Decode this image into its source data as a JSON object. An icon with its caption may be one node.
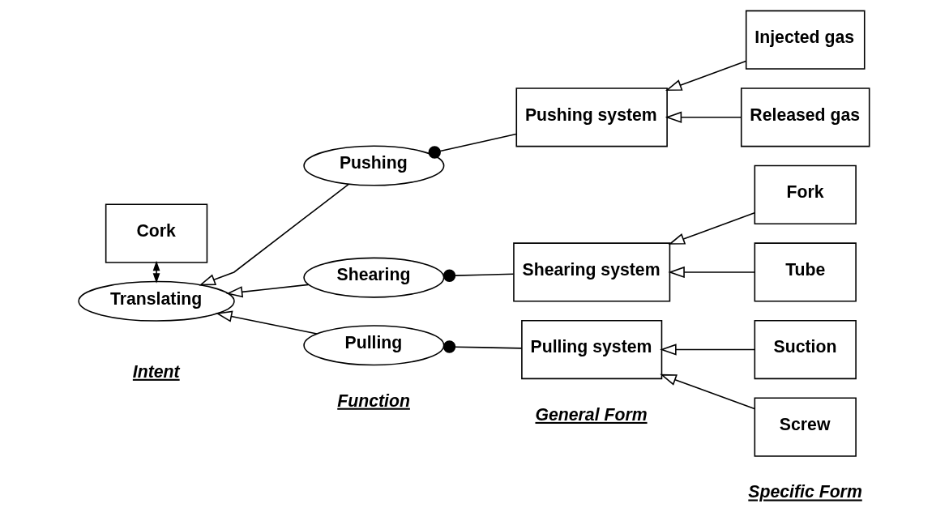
{
  "diagram": {
    "nodes": [
      {
        "text": [
          "Cork"
        ]
      },
      {
        "text": [
          "Translating"
        ]
      },
      {
        "text": [
          "Pushing"
        ]
      },
      {
        "text": [
          "Shearing"
        ]
      },
      {
        "text": [
          "Pulling"
        ]
      },
      {
        "text": [
          "Pushing system"
        ]
      },
      {
        "text": [
          "Shearing system"
        ]
      },
      {
        "text": [
          "Pulling system"
        ]
      },
      {
        "text": [
          "Injected gas"
        ]
      },
      {
        "text": [
          "Released gas"
        ]
      },
      {
        "text": [
          "Fork"
        ]
      },
      {
        "text": [
          "Tube"
        ]
      },
      {
        "text": [
          "Suction"
        ]
      },
      {
        "text": [
          "Screw"
        ]
      }
    ],
    "edges": [
      {
        "from": 0,
        "to": 1,
        "arrow": "both"
      },
      {
        "from": 2,
        "to": 1,
        "arrow": "to"
      },
      {
        "from": 3,
        "to": 1,
        "arrow": "to"
      },
      {
        "from": 4,
        "to": 1,
        "arrow": "to"
      },
      {
        "from": 2,
        "to": 5,
        "arrow": "other"
      },
      {
        "from": 3,
        "to": 6,
        "arrow": "other"
      },
      {
        "from": 4,
        "to": 7,
        "arrow": "other"
      },
      {
        "from": 8,
        "to": 5,
        "arrow": "to"
      },
      {
        "from": 9,
        "to": 5,
        "arrow": "to"
      },
      {
        "from": 10,
        "to": 6,
        "arrow": "to"
      },
      {
        "from": 11,
        "to": 6,
        "arrow": "to"
      },
      {
        "from": 12,
        "to": 7,
        "arrow": "to"
      },
      {
        "from": 13,
        "to": 7,
        "arrow": "to"
      }
    ],
    "labels": [
      "Intent",
      "Function",
      "General Form",
      "Specific Form"
    ]
  }
}
